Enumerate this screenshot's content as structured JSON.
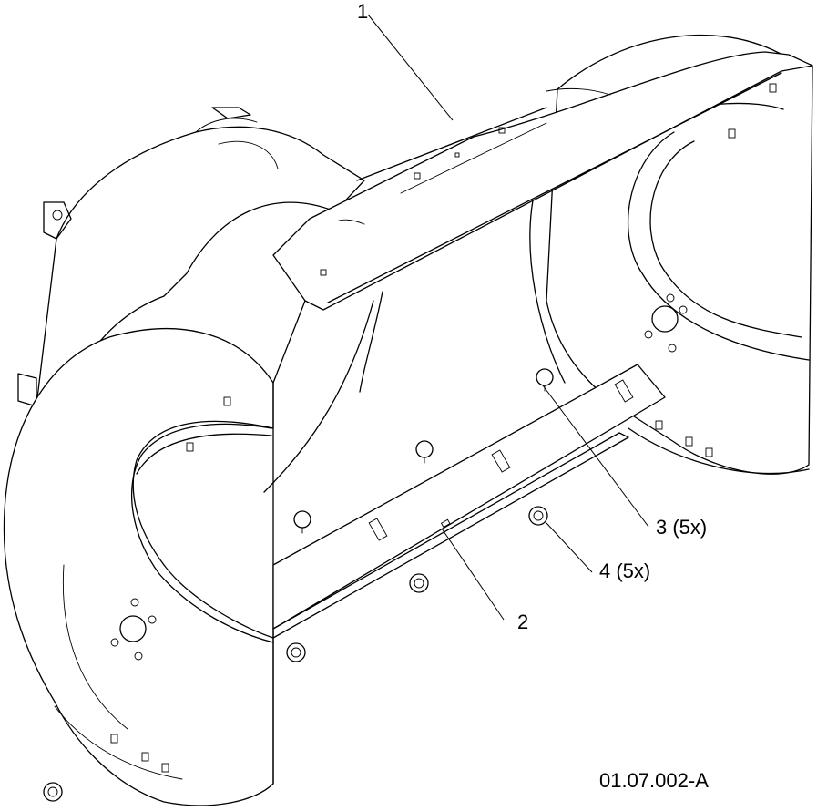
{
  "callouts": [
    {
      "id": "1",
      "text": "1"
    },
    {
      "id": "2",
      "text": "2"
    },
    {
      "id": "3",
      "text": "3 (5x)"
    },
    {
      "id": "4",
      "text": "4 (5x)"
    }
  ],
  "drawing_code": "01.07.002-A"
}
